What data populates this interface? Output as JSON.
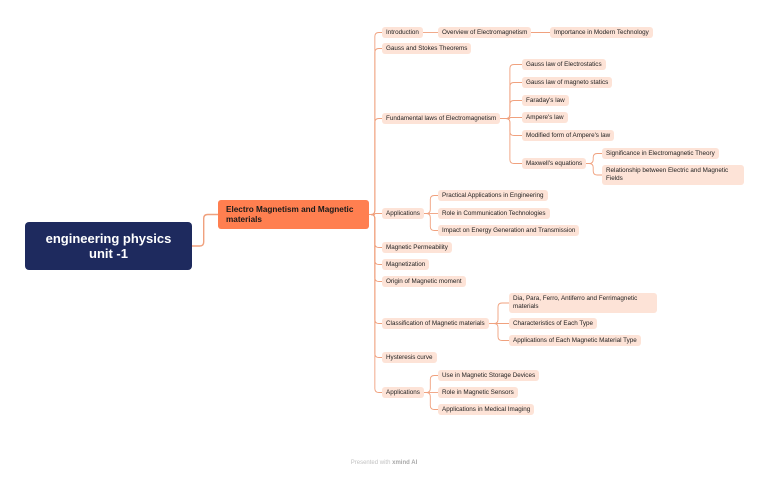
{
  "root": {
    "line1": "engineering physics",
    "line2": "unit -1"
  },
  "main": "Electro Magnetism and Magnetic materials",
  "topics": {
    "introduction": "Introduction",
    "overview": "Overview of Electromagnetism",
    "importance": "Importance in Modern Technology",
    "gauss_stokes": "Gauss and Stokes Theorems",
    "fundamental": "Fundamental laws of Electromagnetism",
    "gauss_electrostatics": "Gauss law of Electrostatics",
    "gauss_magnetostatics": "Gauss law of magneto statics",
    "faraday": "Faraday's law",
    "ampere": "Ampere's law",
    "modified_ampere": "Modified form of Ampere's law",
    "maxwell": "Maxwell's equations",
    "significance": "Significance in Electromagnetic Theory",
    "relationship": "Relationship between Electric and Magnetic Fields",
    "applications1": "Applications",
    "practical": "Practical Applications in Engineering",
    "communication": "Role in Communication Technologies",
    "energy": "Impact on Energy Generation and Transmission",
    "permeability": "Magnetic Permeability",
    "magnetization": "Magnetization",
    "origin": "Origin of Magnetic moment",
    "classification": "Classification of Magnetic materials",
    "dia_para": "Dia, Para, Ferro, Antiferro and Ferrimagnetic materials",
    "characteristics": "Characteristics of Each Type",
    "applications_type": "Applications of Each Magnetic Material Type",
    "hysteresis": "Hysteresis curve",
    "applications2": "Applications",
    "storage": "Use in Magnetic Storage Devices",
    "sensors": "Role in Magnetic Sensors",
    "medical": "Applications in Medical Imaging"
  },
  "footer": {
    "prefix": "Presented with",
    "brand": "xmind AI"
  },
  "colors": {
    "root": "#1e2a5e",
    "main": "#ff7f50",
    "topic": "#fde3d7",
    "link": "#f0a17e"
  }
}
